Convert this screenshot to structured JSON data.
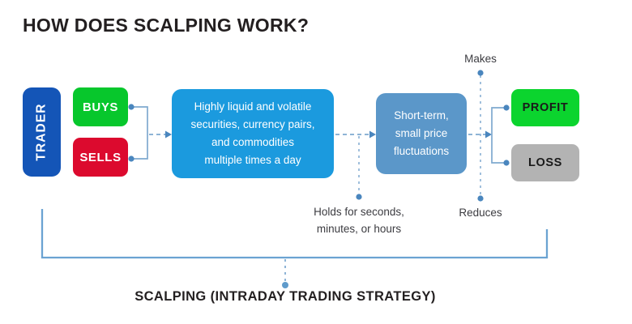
{
  "title": "HOW DOES SCALPING WORK?",
  "colors": {
    "trader_blue": "#1455b7",
    "buys_green": "#07c72c",
    "sells_red": "#dc0a2e",
    "liquid_blue": "#1b9ade",
    "short_blue": "#5b97c9",
    "profit_green": "#0bd42e",
    "loss_gray": "#b3b3b3",
    "connector_blue": "#5b97c9",
    "text_dark": "#231f20"
  },
  "nodes": {
    "trader": "TRADER",
    "buys": "BUYS",
    "sells": "SELLS",
    "liquid": "Highly liquid and volatile\nsecurities, currency pairs,\nand commodities\nmultiple times a day",
    "short_term": "Short-term,\nsmall price\nfluctuations",
    "profit": "PROFIT",
    "loss": "LOSS"
  },
  "annotations": {
    "makes": "Makes",
    "holds": "Holds for seconds,\nminutes, or hours",
    "reduces": "Reduces"
  },
  "footer": "SCALPING (INTRADAY TRADING STRATEGY)"
}
